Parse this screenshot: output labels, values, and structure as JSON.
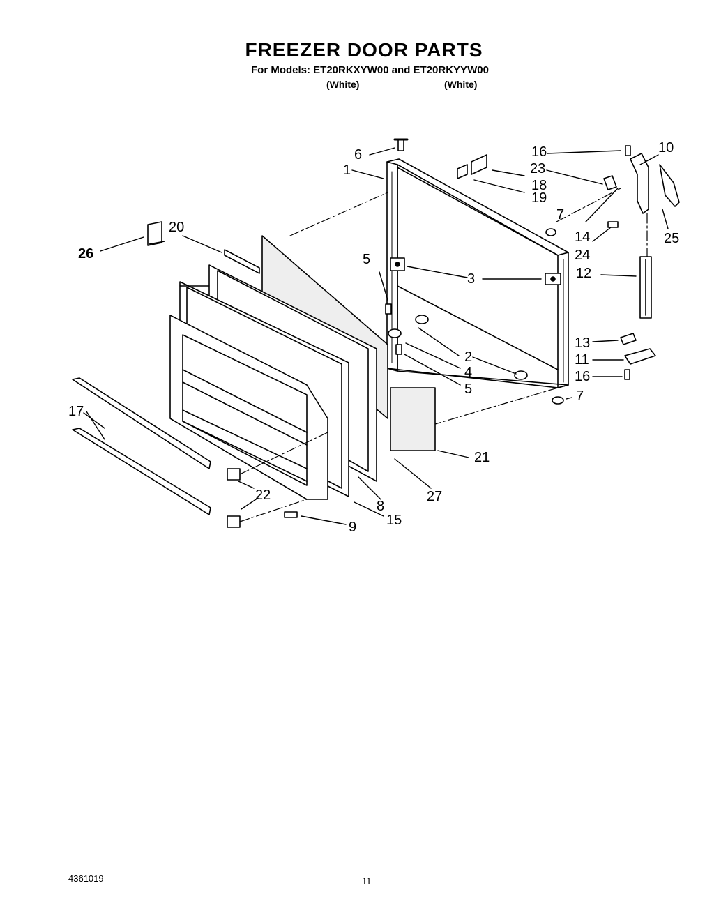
{
  "header": {
    "title": "FREEZER DOOR PARTS",
    "models_line": "For Models: ET20RKXYW00 and ET20RKYYW00",
    "finish_1": "(White)",
    "finish_2": "(White)"
  },
  "callouts": {
    "c1": "1",
    "c2": "2",
    "c3": "3",
    "c4": "4",
    "c5a": "5",
    "c5b": "5",
    "c6": "6",
    "c7a": "7",
    "c7b": "7",
    "c8": "8",
    "c9": "9",
    "c10": "10",
    "c11": "11",
    "c12": "12",
    "c13": "13",
    "c14": "14",
    "c15": "15",
    "c16a": "16",
    "c16b": "16",
    "c17": "17",
    "c18": "18",
    "c19": "19",
    "c20": "20",
    "c21": "21",
    "c22": "22",
    "c23": "23",
    "c24": "24",
    "c25": "25",
    "c26": "26",
    "c27": "27"
  },
  "footer": {
    "doc_number": "4361019",
    "page_number": "11"
  }
}
